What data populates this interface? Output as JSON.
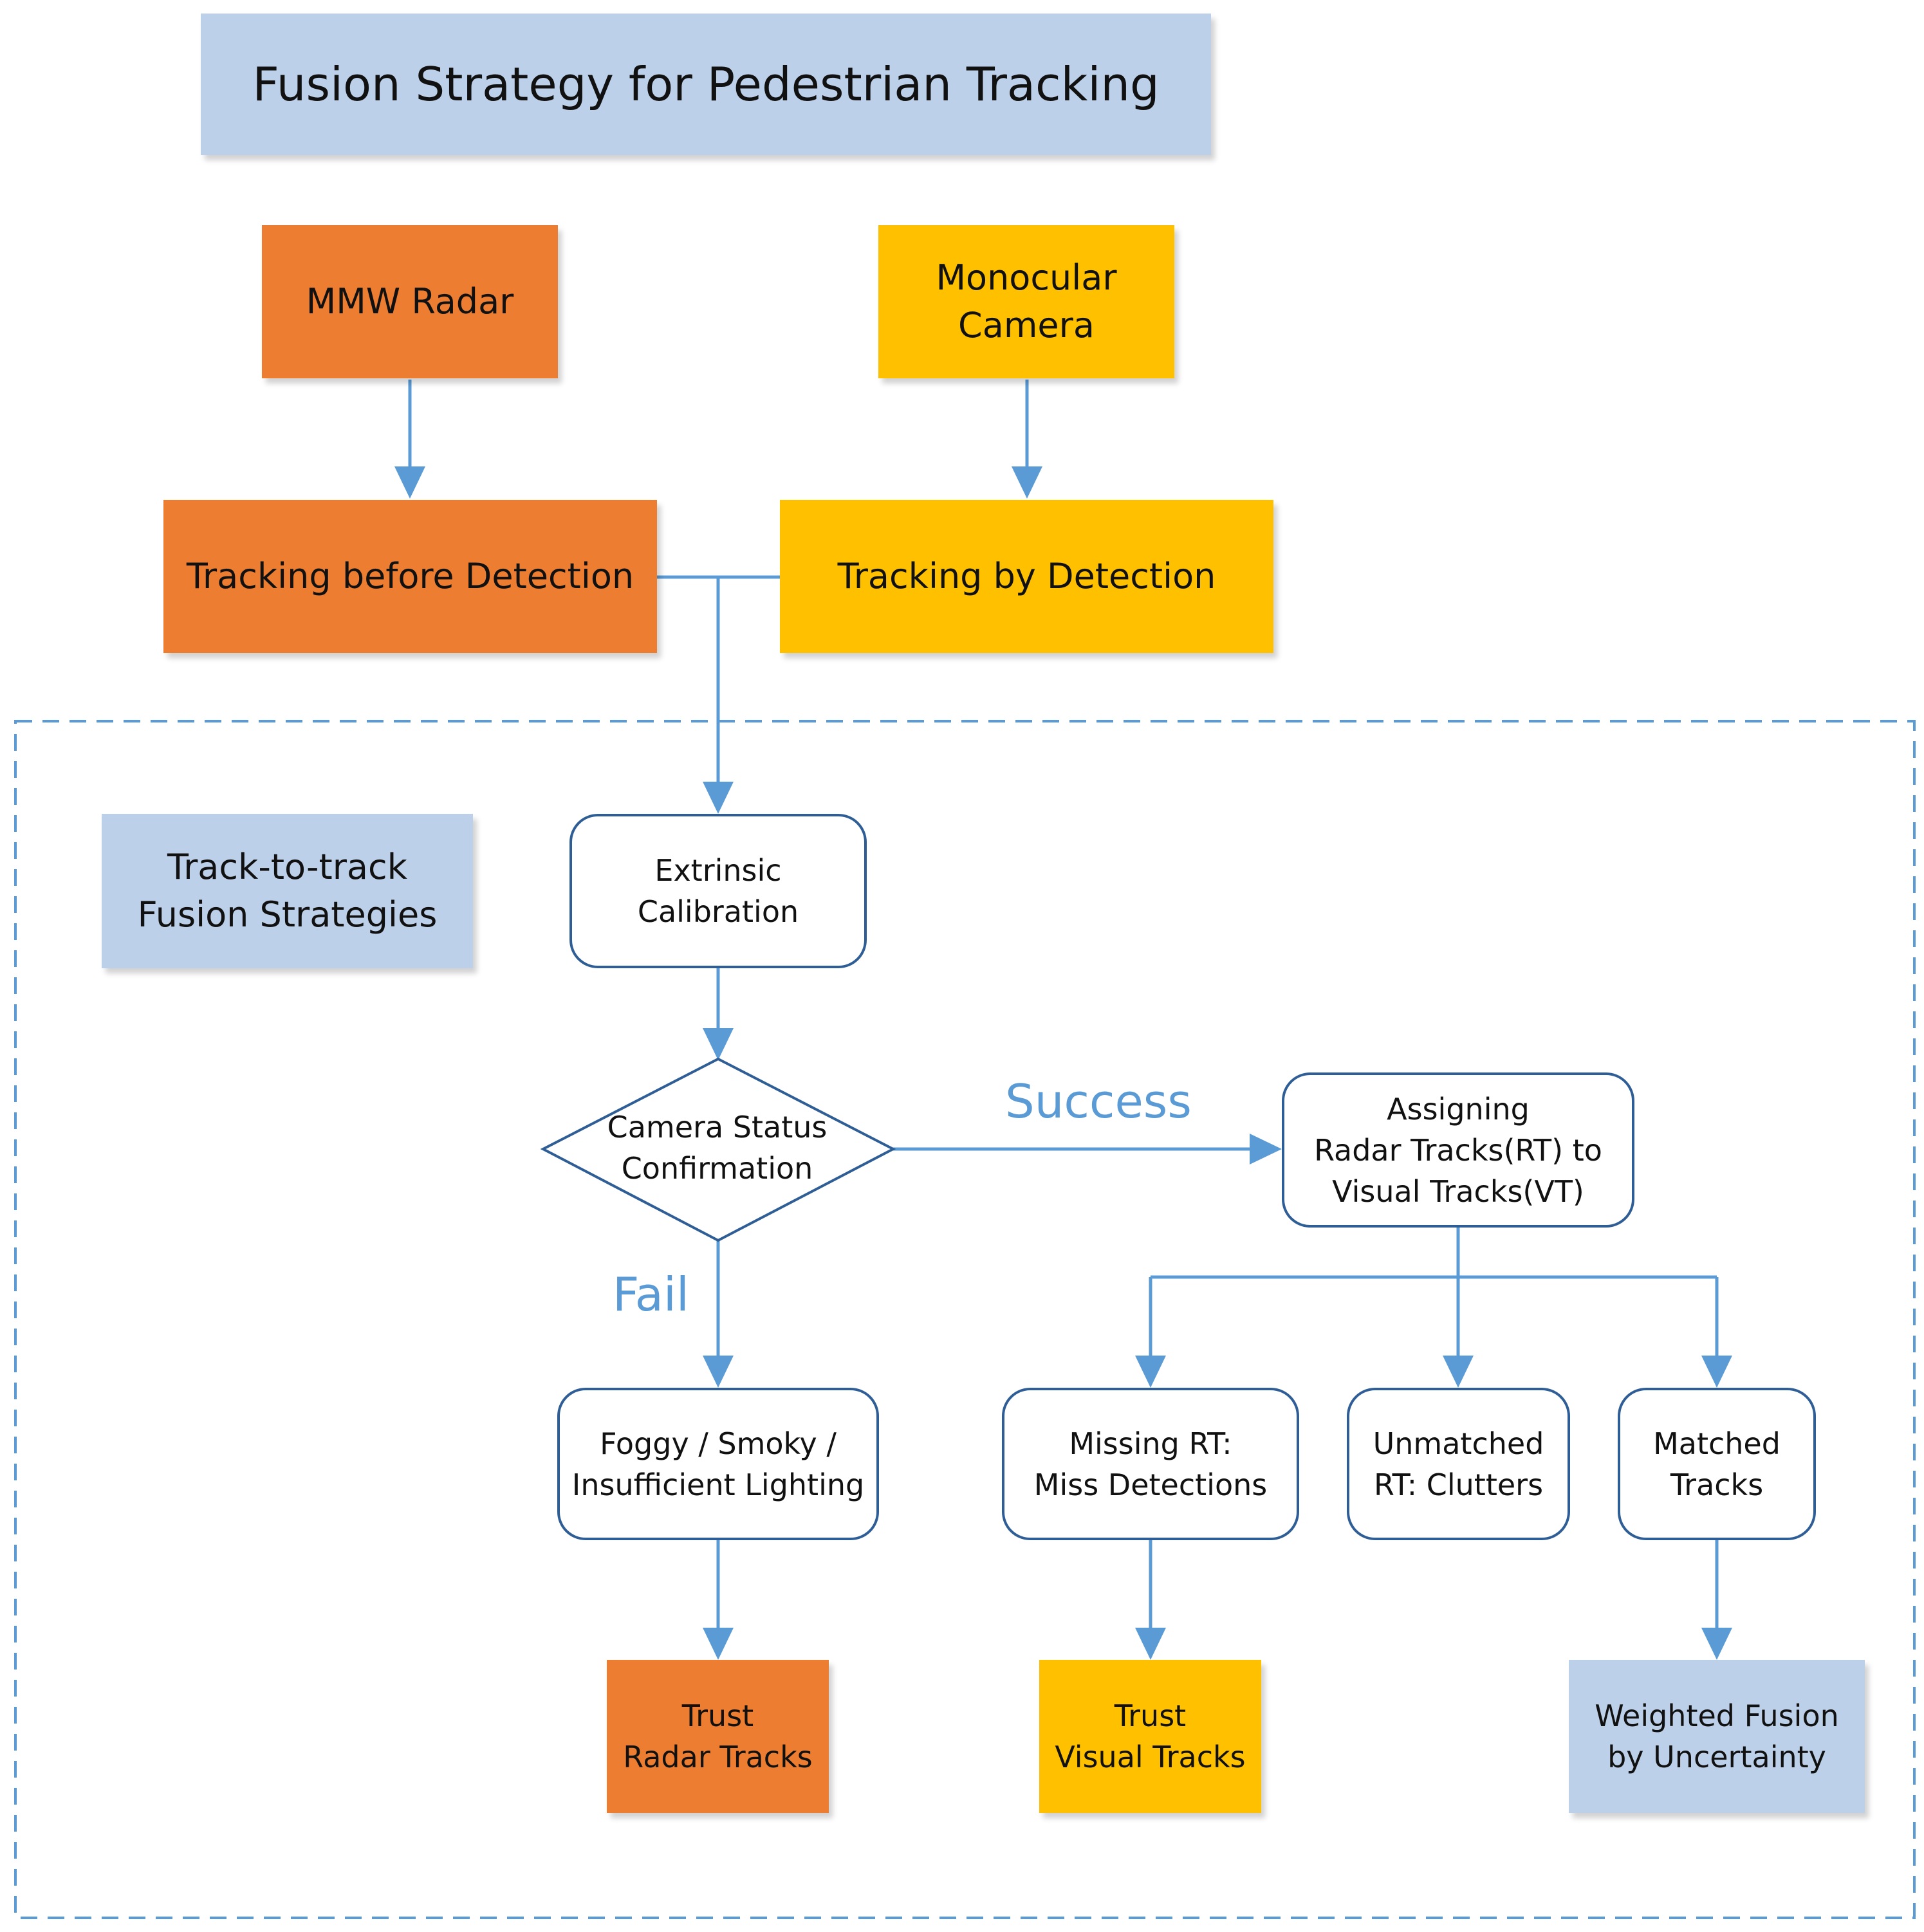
{
  "title": "Fusion Strategy for Pedestrian Tracking",
  "sensors": {
    "radar": "MMW Radar",
    "camera": [
      "Monocular",
      "Camera"
    ]
  },
  "trackers": {
    "radar": "Tracking before Detection",
    "camera": "Tracking by Detection"
  },
  "fusion_region_label": [
    "Track-to-track",
    "Fusion Strategies"
  ],
  "steps": {
    "calibration": [
      "Extrinsic",
      "Calibration"
    ],
    "camera_status": [
      "Camera Status",
      "Confirmation"
    ],
    "assigning": [
      "Assigning",
      "Radar Tracks(RT) to",
      "Visual Tracks(VT)"
    ],
    "conditions": [
      "Foggy / Smoky /",
      "Insufficient Lighting"
    ],
    "missing": [
      "Missing RT:",
      "Miss Detections"
    ],
    "unmatched": [
      "Unmatched",
      "RT: Clutters"
    ],
    "matched": [
      "Matched",
      "Tracks"
    ]
  },
  "edge_labels": {
    "success": "Success",
    "fail": "Fail"
  },
  "outcomes": {
    "radar": [
      "Trust",
      "Radar Tracks"
    ],
    "visual": [
      "Trust",
      "Visual Tracks"
    ],
    "weighted": [
      "Weighted Fusion",
      "by Uncertainty"
    ]
  },
  "colors": {
    "radar": "#ED7D31",
    "camera": "#FFC000",
    "label_box": "#BDD0E9",
    "connector": "#5B9BD5",
    "outline": "#2E5E95"
  }
}
